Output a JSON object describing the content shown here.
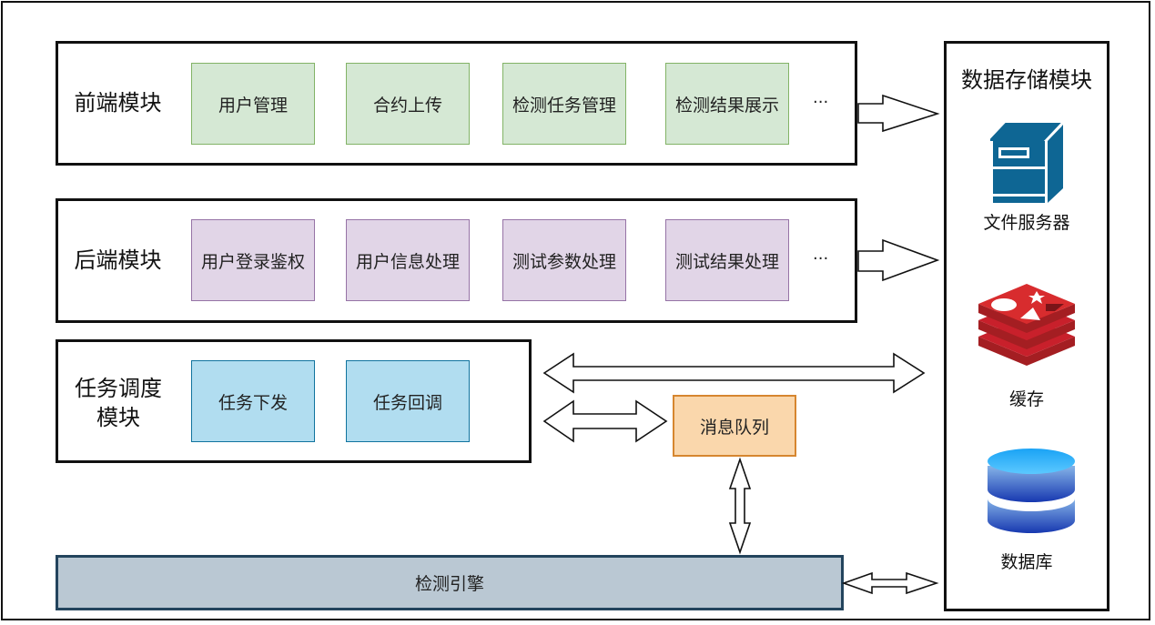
{
  "diagram": {
    "frontend": {
      "title": "前端模块",
      "items": [
        "用户管理",
        "合约上传",
        "检测任务管理",
        "检测结果展示"
      ],
      "more": "···"
    },
    "backend": {
      "title": "后端模块",
      "items": [
        "用户登录鉴权",
        "用户信息处理",
        "测试参数处理",
        "测试结果处理"
      ],
      "more": "···"
    },
    "scheduler": {
      "title_line1": "任务调度",
      "title_line2": "模块",
      "items": [
        "任务下发",
        "任务回调"
      ]
    },
    "message_queue": {
      "label": "消息队列"
    },
    "engine": {
      "label": "检测引擎"
    },
    "storage": {
      "title": "数据存储模块",
      "file_server": {
        "label": "文件服务器",
        "icon": "server-icon"
      },
      "cache": {
        "label": "缓存",
        "icon": "redis-icon"
      },
      "database": {
        "label": "数据库",
        "icon": "database-icon"
      }
    },
    "colors": {
      "frontend_fill": "#d5e8d4",
      "frontend_stroke": "#82b366",
      "backend_fill": "#e1d5e7",
      "backend_stroke": "#9673a6",
      "scheduler_fill": "#b1ddf0",
      "scheduler_stroke": "#10739e",
      "queue_fill": "#fad7ac",
      "queue_stroke": "#d6862f",
      "engine_fill": "#bac8d3",
      "engine_stroke": "#23445d",
      "server_blue": "#0e6694",
      "redis_red": "#c8202b"
    }
  }
}
